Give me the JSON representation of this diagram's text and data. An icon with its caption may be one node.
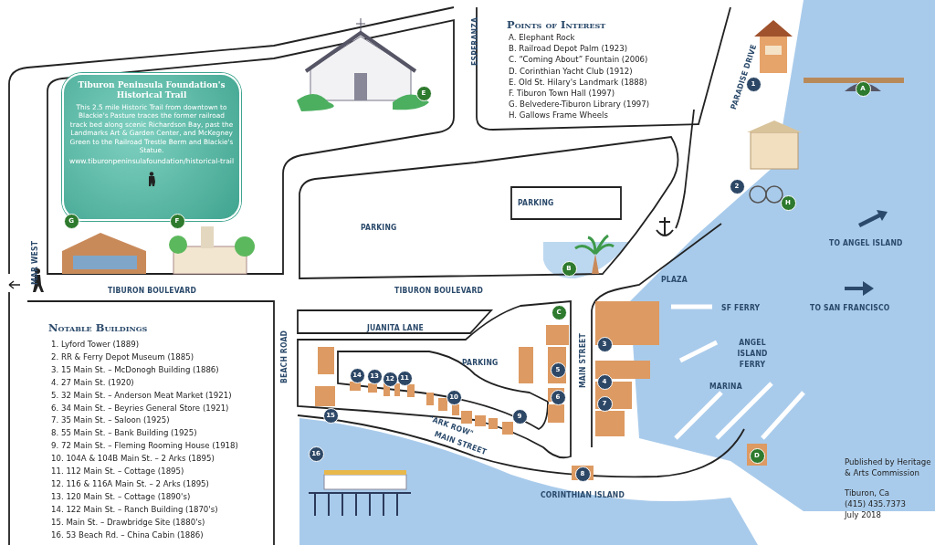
{
  "diagram": {
    "nodes": [
      {
        "text": [
          "Tiburon Peninsula Foundation's Historical Trail",
          "This 2.5 mile Historic Trail from downtown to Blackie's Pasture traces the former railroad track bed along scenic Richardson Bay, past the Landmarks Art & Garden Center, and McKegney Green to the Railroad Trestle Berm and Blackie's Statue.",
          "www.tiburonpeninsulafoundation/historical-trail"
        ]
      },
      {
        "text": [
          "E"
        ]
      },
      {
        "text": [
          "1"
        ]
      },
      {
        "text": [
          "A"
        ]
      },
      {
        "text": [
          "2"
        ]
      },
      {
        "text": [
          "H"
        ]
      },
      {
        "text": [
          "G"
        ]
      },
      {
        "text": [
          "F"
        ]
      },
      {
        "text": [
          "B"
        ]
      },
      {
        "text": [
          "C"
        ]
      },
      {
        "text": [
          "3"
        ]
      },
      {
        "text": [
          "5"
        ]
      },
      {
        "text": [
          "14"
        ]
      },
      {
        "text": [
          "13"
        ]
      },
      {
        "text": [
          "12"
        ]
      },
      {
        "text": [
          "11"
        ]
      },
      {
        "text": [
          "4"
        ]
      },
      {
        "text": [
          "10"
        ]
      },
      {
        "text": [
          "6"
        ]
      },
      {
        "text": [
          "7"
        ]
      },
      {
        "text": [
          "9"
        ]
      },
      {
        "text": [
          "15"
        ]
      },
      {
        "text": [
          "16"
        ]
      },
      {
        "text": [
          "D"
        ]
      },
      {
        "text": [
          "8"
        ]
      }
    ],
    "labels": [
      "ESPERANZA",
      "MAR WEST",
      "PARADISE DRIVE",
      "PARKING",
      "PARKING",
      "TIBURON BOULEVARD",
      "TIBURON BOULEVARD",
      "PLAZA",
      "TO ANGEL ISLAND",
      "SF FERRY",
      "TO SAN FRANCISCO",
      "JUANITA LANE",
      "BEACH ROAD",
      "MAIN STREET",
      "ANGEL ISLAND FERRY",
      "PARKING",
      "MARINA",
      "\"ARK ROW\"",
      "MAIN STREET",
      "CORINTHIAN ISLAND",
      "Points of Interest",
      "A. Elephant Rock",
      "B. Railroad Depot Palm (1923)",
      "C. “Coming About” Fountain (2006)",
      "D. Corinthian Yacht Club (1912)",
      "E. Old St. Hilary's Landmark (1888)",
      "F. Tiburon Town Hall (1997)",
      "G. Belvedere-Tiburon Library (1997)",
      "H. Gallows Frame Wheels",
      "Notable Buildings",
      "1. Lyford Tower (1889)",
      "2. RR & Ferry Depot Museum (1885)",
      "3. 15 Main St. – McDonogh Building (1886)",
      "4. 27 Main St. (1920)",
      "5. 32 Main St. – Anderson Meat Market (1921)",
      "6. 34 Main St. – Beyries General Store (1921)",
      "7. 35 Main St. – Saloon (1925)",
      "8. 55 Main St. – Bank Building (1925)",
      "9. 72 Main St. – Fleming Rooming House (1918)",
      "10. 104A & 104B Main St. – 2 Arks (1895)",
      "11. 112 Main St. – Cottage (1895)",
      "12. 116 & 116A Main St. – 2 Arks (1895)",
      "13. 120 Main St. – Cottage (1890's)",
      "14. 122 Main St. – Ranch Building (1870's)",
      "15. Main St. – Drawbridge Site (1880's)",
      "16. 53 Beach Rd. – China Cabin (1886)",
      "Published by Heritage & Arts Commission",
      "Tiburon, Ca",
      "(415) 435.7373",
      "July 2018"
    ]
  }
}
